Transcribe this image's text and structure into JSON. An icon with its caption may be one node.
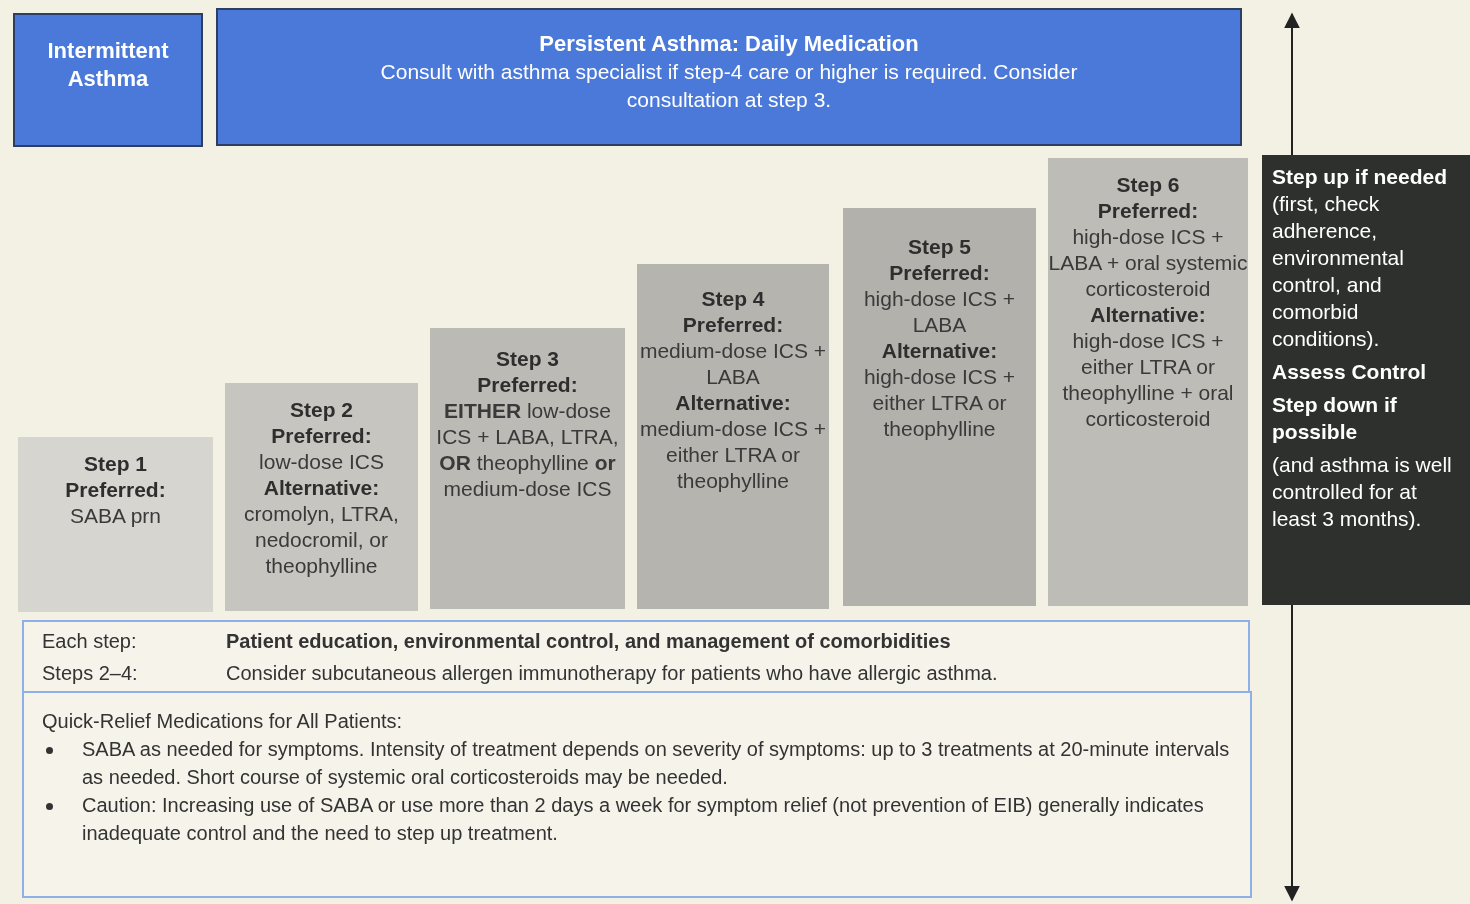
{
  "diagram": {
    "nodes": [
      {
        "text": [
          "Intermittent Asthma"
        ]
      },
      {
        "text": [
          "Persistent Asthma: Daily Medication",
          "Consult with asthma specialist if step-4 care or higher is required. Consider consultation at step 3."
        ]
      },
      {
        "text": [
          "Step 1",
          "Preferred:",
          "SABA prn"
        ]
      },
      {
        "text": [
          "Step 2",
          "Preferred:",
          "low-dose ICS",
          "Alternative:",
          "cromolyn, LTRA, nedocromil, or theophylline"
        ]
      },
      {
        "text": [
          "Step 3",
          "Preferred:",
          "**EITHER** low-dose ICS + LABA, LTRA, **OR** theophylline **or** medium-dose ICS"
        ]
      },
      {
        "text": [
          "Step 4",
          "Preferred:",
          "medium-dose ICS + LABA",
          "Alternative:",
          "medium-dose ICS + either LTRA or theophylline"
        ]
      },
      {
        "text": [
          "Step 5",
          "Preferred:",
          "high-dose ICS + LABA",
          "Alternative:",
          "high-dose ICS + either LTRA or theophylline"
        ]
      },
      {
        "text": [
          "Step 6",
          "Preferred:",
          "high-dose ICS + LABA + oral systemic corticosteroid",
          "Alternative:",
          "high-dose ICS + either LTRA or theophylline + oral corticosteroid"
        ]
      },
      {
        "text": [
          "Step up if needed",
          "(first, check adherence, environmental control, and comorbid conditions).",
          "Assess Control",
          "Step down if possible",
          "(and asthma is well controlled for at least 3 months)."
        ]
      },
      {
        "text": [
          "Each step:",
          "Patient education, environmental control, and management of comorbidities",
          "Steps 2–4:",
          "Consider subcutaneous allergen immunotherapy for patients who have allergic asthma."
        ]
      },
      {
        "text": [
          "Quick-Relief Medications for All Patients:",
          "SABA as needed for symptoms. Intensity of treatment depends on severity of symptoms: up to 3 treatments at 20-minute intervals as needed. Short course of systemic oral corticosteroids may be needed.",
          "Caution: Increasing use of SABA or use more than 2 days a week for symptom relief (not prevention of EIB) generally indicates inadequate control and the need to step up treatment."
        ]
      }
    ],
    "edges": []
  }
}
